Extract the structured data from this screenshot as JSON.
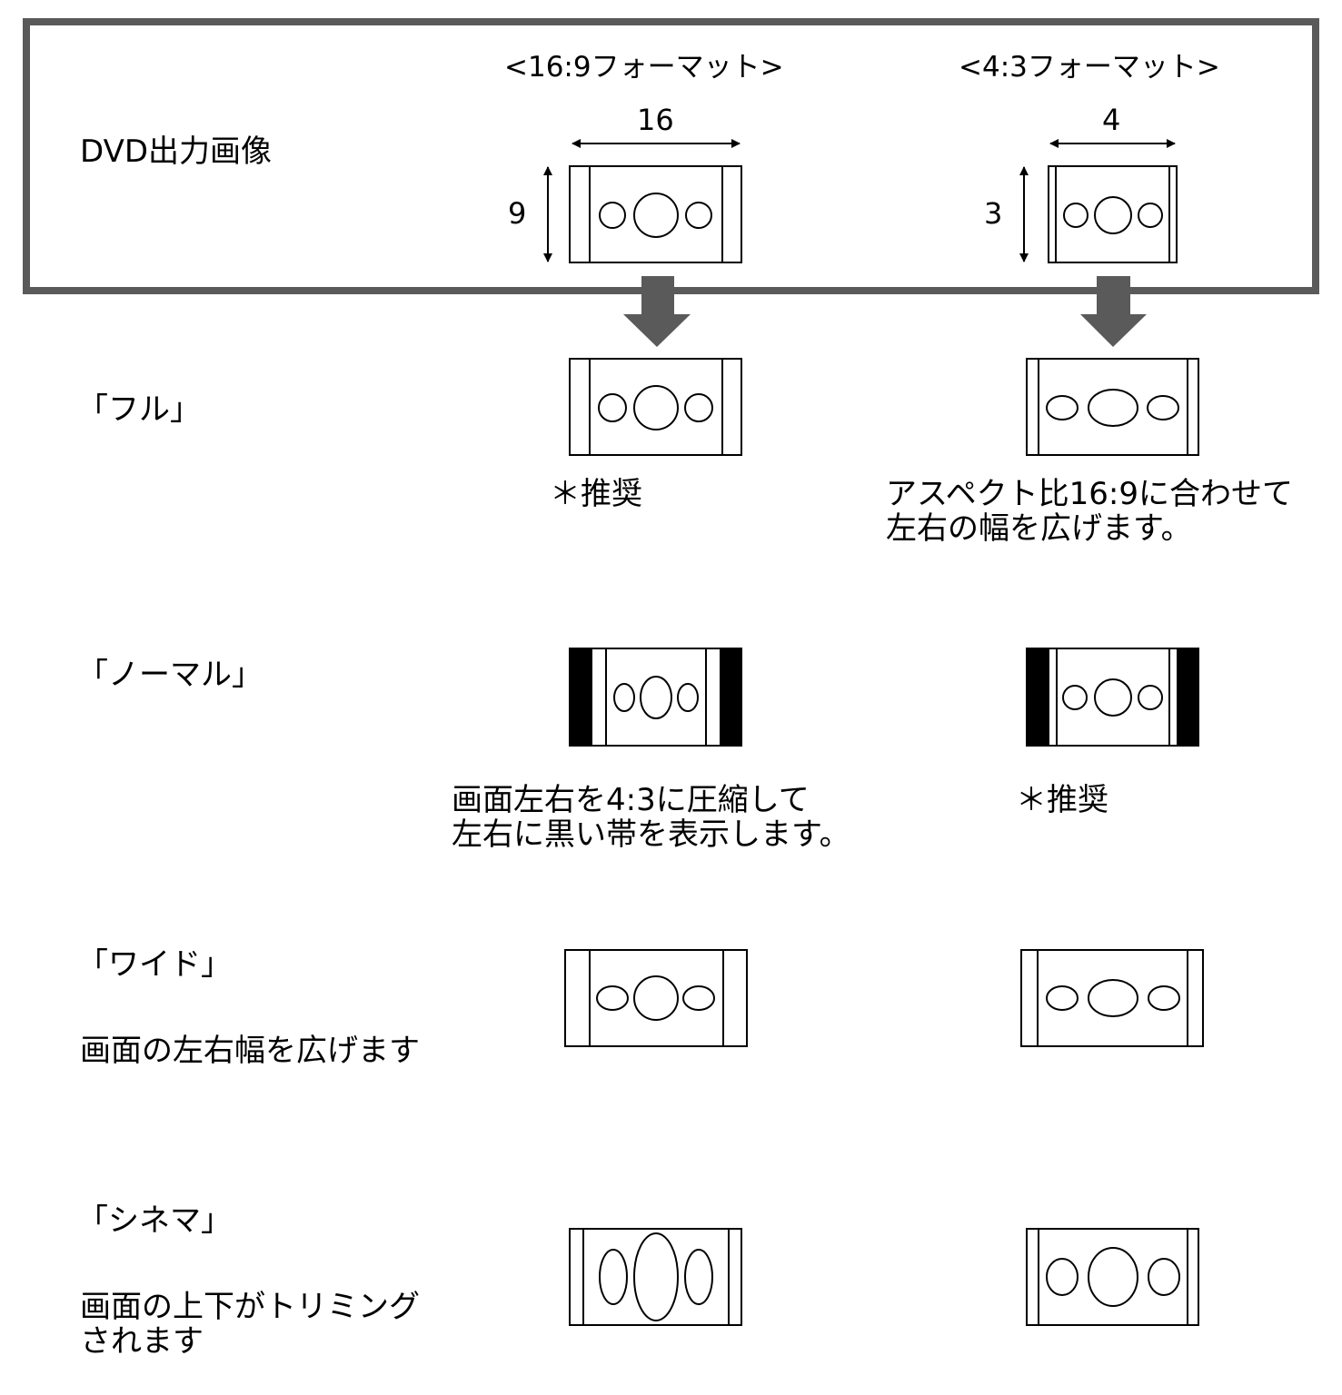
{
  "source_label": "DVD出力画像",
  "columns": [
    {
      "header": "<16:9フォーマット>",
      "width_label": "16",
      "height_label": "9"
    },
    {
      "header": "<4:3フォーマット>",
      "width_label": "4",
      "height_label": "3"
    }
  ],
  "modes": [
    {
      "name": "「フル」",
      "description": "",
      "note_169": "＊推奨",
      "note_43": "アスペクト比16:9に合わせて\n左右の幅を広げます。"
    },
    {
      "name": "「ノーマル」",
      "description": "",
      "note_169": "画面左右を4:3に圧縮して\n左右に黒い帯を表示します。",
      "note_43": "＊推奨"
    },
    {
      "name": "「ワイド」",
      "description": "画面の左右幅を広げます",
      "note_169": "",
      "note_43": ""
    },
    {
      "name": "「シネマ」",
      "description": "画面の上下がトリミング\nされます",
      "note_169": "",
      "note_43": ""
    }
  ],
  "colors": {
    "frame": "#5a5a5a",
    "arrow": "#5a5a5a",
    "ink": "#000000",
    "black_bar": "#000000"
  }
}
